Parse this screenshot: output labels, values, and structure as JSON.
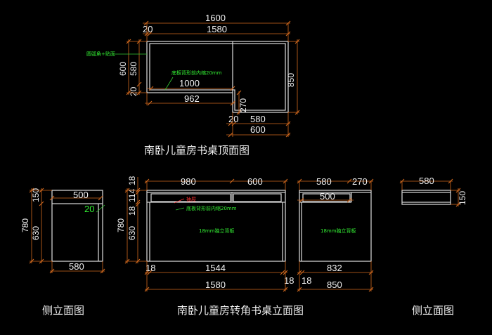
{
  "titles": {
    "top_view": "南卧儿童房书桌顶面图",
    "front_elevation": "南卧儿童房转角书桌立面图",
    "side_left": "侧立面图",
    "side_right": "侧立面图"
  },
  "top_view": {
    "dims": {
      "overall_width": "1600",
      "edge_20_top": "20",
      "inner_1580": "1580",
      "left_600": "600",
      "left_580": "580",
      "left_20": "20",
      "inner_1000": "1000",
      "bottom_962": "962",
      "right_850": "850",
      "step_270": "270",
      "bot_20": "20",
      "bot_580": "580",
      "bot_600": "600"
    },
    "notes": {
      "edge_note": "圆弧角+贴面",
      "shelf_note": "底板背形前内缩20mm"
    }
  },
  "side_left": {
    "dims": {
      "w_500": "500",
      "h_150": "150",
      "h_780": "780",
      "h_630": "630",
      "w_580": "580",
      "edge_20": "20"
    }
  },
  "front_elevation": {
    "dims": {
      "w_980": "980",
      "w_600": "600",
      "h_18_top": "18",
      "h_114": "114",
      "h_18_mid": "18",
      "h_780": "780",
      "h_630": "630",
      "w_18_left": "18",
      "w_1544": "1544",
      "w_18_right": "18",
      "w_1580": "1580"
    },
    "notes": {
      "drawer": "抽屉",
      "shelf_note": "底板背形前内缩20mm",
      "back_panel": "18mm独立背板"
    }
  },
  "corner_elevation": {
    "dims": {
      "w_580": "580",
      "w_270": "270",
      "w_500": "500",
      "w_18": "18",
      "w_832": "832",
      "w_850": "850"
    },
    "notes": {
      "back_panel": "18mm独立背板"
    }
  },
  "side_right": {
    "dims": {
      "w_580": "580",
      "h_150": "150"
    }
  },
  "colors": {
    "background": "#000000",
    "outline": "#cfcfcf",
    "dimension_line": "#d2691e",
    "note_green": "#33ee33",
    "note_red": "#ff3333"
  }
}
